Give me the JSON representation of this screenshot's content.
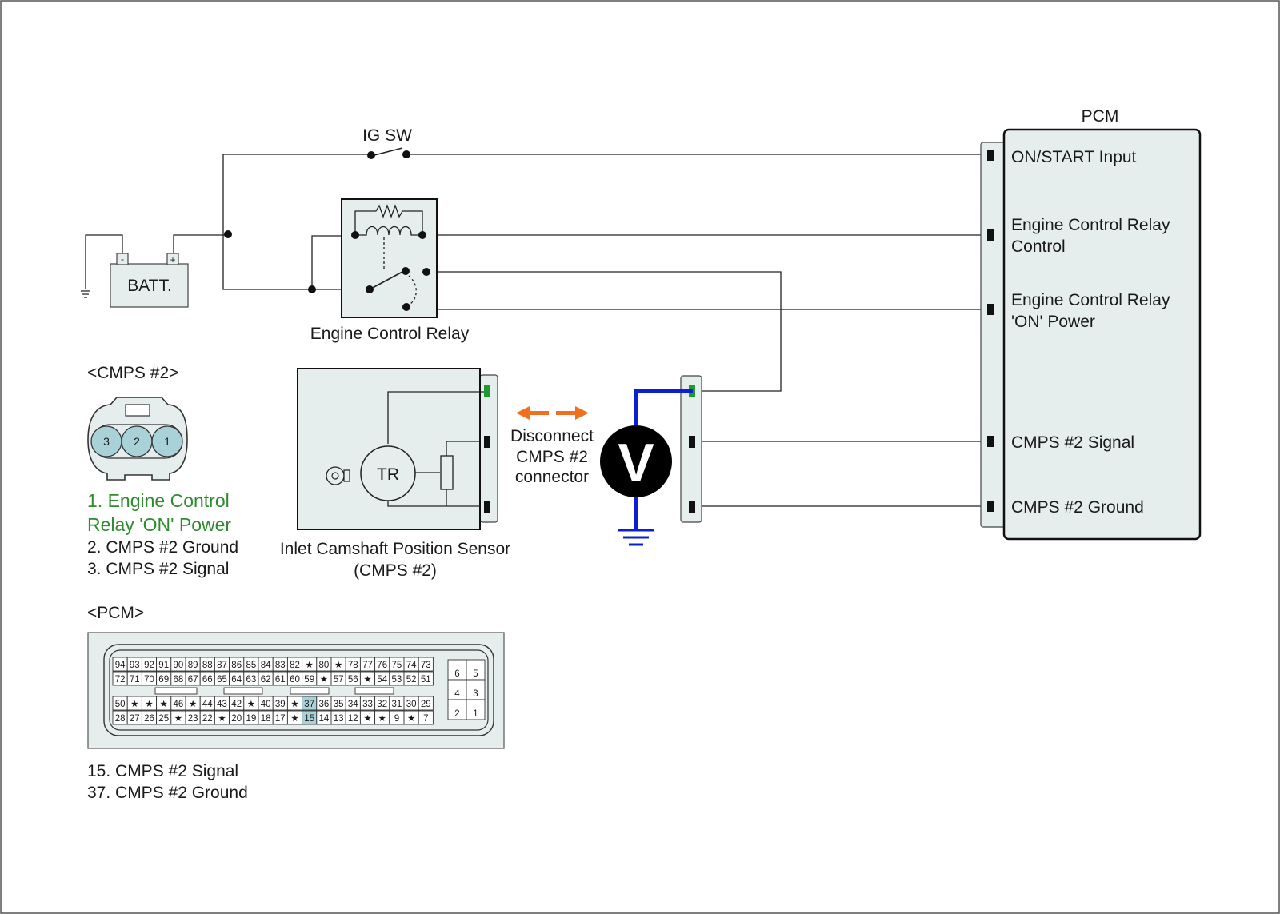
{
  "ig_sw": "IG SW",
  "batt": {
    "label": "BATT.",
    "minus": "-",
    "plus": "+"
  },
  "relay_label": "Engine Control Relay",
  "pcm": {
    "title": "PCM",
    "inputs": [
      {
        "lines": [
          "ON/START Input"
        ]
      },
      {
        "lines": [
          "Engine Control Relay",
          "Control"
        ]
      },
      {
        "lines": [
          "Engine Control Relay",
          "'ON' Power"
        ]
      },
      {
        "lines": [
          "CMPS #2 Signal"
        ]
      },
      {
        "lines": [
          "CMPS #2 Ground"
        ]
      }
    ]
  },
  "sensor": {
    "tr": "TR",
    "label_line1": "Inlet Camshaft Position Sensor",
    "label_line2": "(CMPS #2)"
  },
  "disconnect": [
    "Disconnect",
    "CMPS #2",
    "connector"
  ],
  "voltmeter": "V",
  "cmps_connector": {
    "title": "<CMPS #2>",
    "pins": [
      "3",
      "2",
      "1"
    ],
    "legend": [
      {
        "text_lines": [
          "1. Engine Control",
          "Relay 'ON' Power"
        ],
        "color": "#2e8b2e"
      },
      {
        "text_lines": [
          "2. CMPS #2 Ground"
        ],
        "color": "#1a1a1a"
      },
      {
        "text_lines": [
          "3. CMPS #2 Signal"
        ],
        "color": "#1a1a1a"
      }
    ]
  },
  "pcm_connector": {
    "title": "<PCM>",
    "rows": [
      [
        "94",
        "93",
        "92",
        "91",
        "90",
        "89",
        "88",
        "87",
        "86",
        "85",
        "84",
        "83",
        "82",
        "★",
        "80",
        "★",
        "78",
        "77",
        "76",
        "75",
        "74",
        "73"
      ],
      [
        "72",
        "71",
        "70",
        "69",
        "68",
        "67",
        "66",
        "65",
        "64",
        "63",
        "62",
        "61",
        "60",
        "59",
        "★",
        "57",
        "56",
        "★",
        "54",
        "53",
        "52",
        "51"
      ],
      [
        "50",
        "★",
        "★",
        "★",
        "46",
        "★",
        "44",
        "43",
        "42",
        "★",
        "40",
        "39",
        "★",
        "37",
        "36",
        "35",
        "34",
        "33",
        "32",
        "31",
        "30",
        "29"
      ],
      [
        "28",
        "27",
        "26",
        "25",
        "★",
        "23",
        "22",
        "★",
        "20",
        "19",
        "18",
        "17",
        "★",
        "15",
        "14",
        "13",
        "12",
        "★",
        "★",
        "9",
        "★",
        "7"
      ]
    ],
    "small_block": [
      [
        "6",
        "5"
      ],
      [
        "4",
        "3"
      ],
      [
        "2",
        "1"
      ]
    ],
    "highlight": [
      "37",
      "15"
    ],
    "legend": [
      "15. CMPS #2 Signal",
      "37. CMPS #2 Ground"
    ]
  },
  "colors": {
    "panel": "#e6eded",
    "pin_highlight": "#a9d2d8",
    "measure_wire": "#0a1fd0",
    "arrow": "#f07020",
    "pin_green": "#1f9a2f"
  }
}
